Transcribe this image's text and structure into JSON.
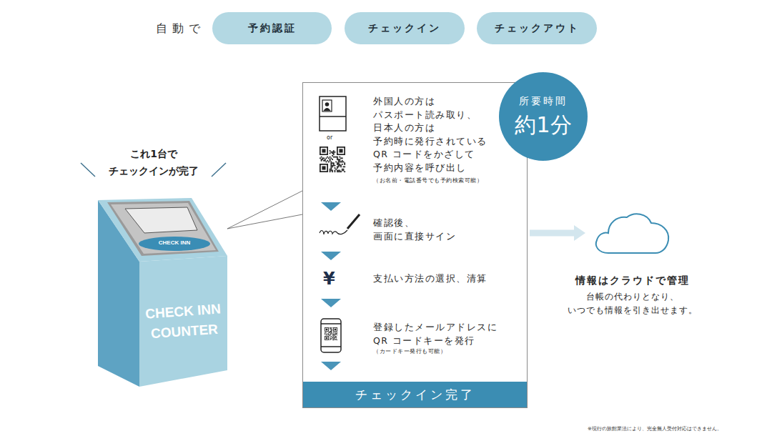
{
  "diagram": {
    "nodes": [
      {
        "text": [
          "予約認証"
        ]
      },
      {
        "text": [
          "チェックイン"
        ]
      },
      {
        "text": [
          "チェックアウト"
        ]
      },
      {
        "text": [
          "外国人の方は パスポート読み取り、 日本人の方は 予約時に発行されている QR コードをかざして 予約内容を呼び出し",
          "（お名前・電話番号でも予約検索可能）",
          "確認後、画面に直接サイン",
          "支払い方法の選択、清算",
          "登録したメールアドレスに QR コードキーを発行",
          "（カードキー発行も可能）"
        ]
      },
      {
        "text": [
          "チェックイン完了"
        ],
        "in": 3
      },
      {
        "text": [
          "所要時間",
          "約1分"
        ]
      },
      {
        "text": [
          "情報はクラウドで管理",
          "台帳の代わりとなり、 いつでも情報を引き出せます。"
        ]
      }
    ],
    "edges": [
      {
        "from": 3,
        "to": 6,
        "arrow": "to"
      }
    ],
    "labels": [
      "自動で",
      "これ1台で チェックインが完了",
      "CHECK INN",
      "CHECK INN COUNTER",
      "or",
      "¥",
      "※現行の旅館業法により、完全無人受付対応はできません。"
    ]
  }
}
